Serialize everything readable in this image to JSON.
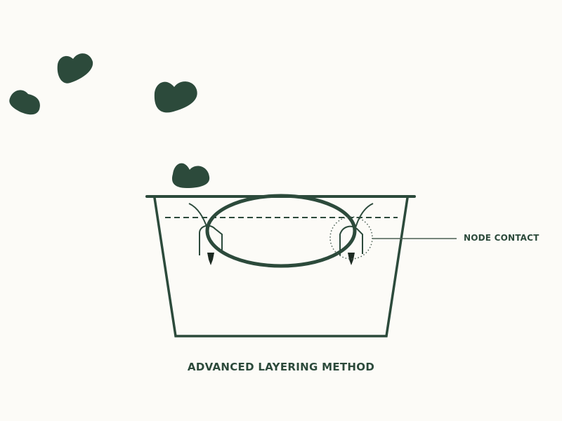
{
  "diagram": {
    "title": "ADVANCED LAYERING METHOD",
    "callout": {
      "label": "NODE CONTACT"
    },
    "colors": {
      "primary": "#2c4a3b",
      "background": "#fcfbf7",
      "callout_line": "#4a5e52"
    },
    "elements": [
      "leaves",
      "pot",
      "soil-level-dashed-line",
      "looped-stem",
      "anchor-pins",
      "node-contact-highlight"
    ]
  }
}
